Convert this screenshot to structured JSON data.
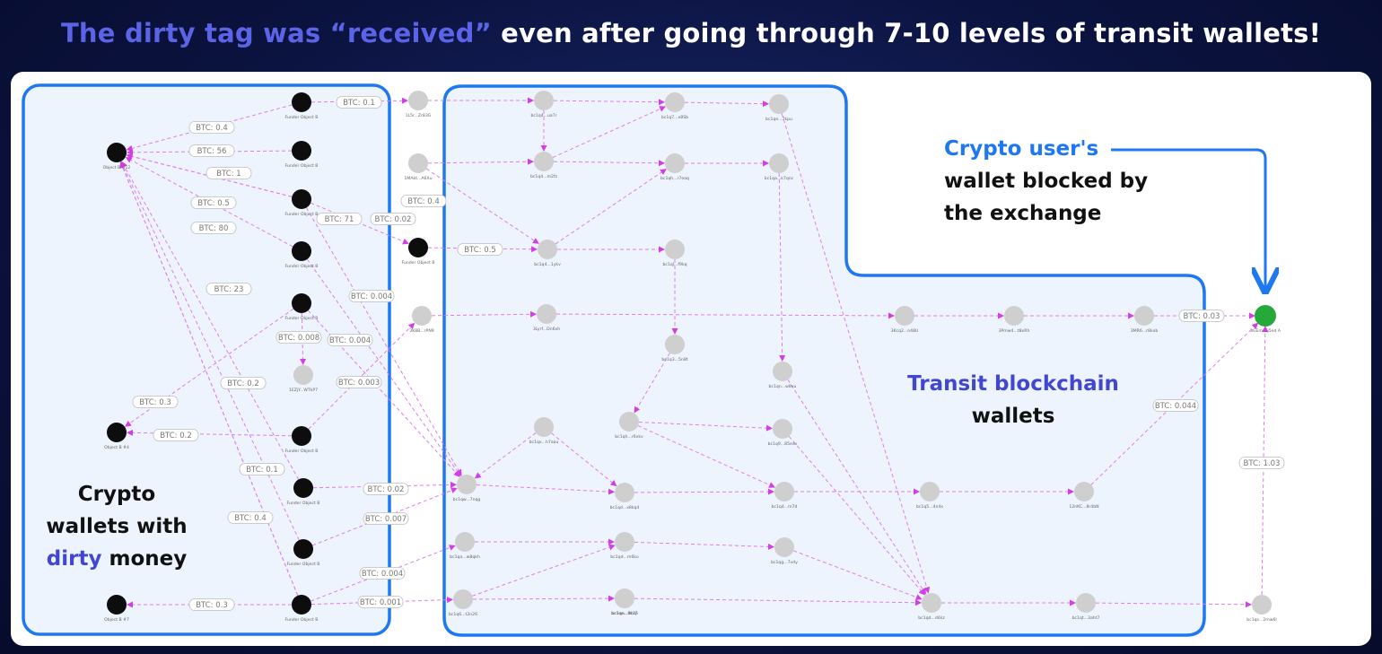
{
  "headline": {
    "part1": "The dirty tag was “received”",
    "part2": " even after going through 7-10 levels of transit wallets!"
  },
  "annotations": {
    "user_line1": "Crypto user's",
    "user_line2": "wallet blocked by",
    "user_line3": "the exchange",
    "transit_line1": "Transit blockchain",
    "transit_line2": "wallets",
    "dirty_line1": "Crypto",
    "dirty_line2": "wallets with",
    "dirty_word": "dirty",
    "dirty_money": "money"
  },
  "colors": {
    "accent": "#5b64e6",
    "group_border": "#1e78f0",
    "edge": "#e07cf0",
    "node_gray": "#cfcfcf",
    "node_black": "#0d0d0d",
    "node_green": "#27a83a"
  },
  "nodes": [
    {
      "id": "c1",
      "kind": "black",
      "label": "Object B #12"
    },
    {
      "id": "c2",
      "kind": "black",
      "label": "Funder Object B"
    },
    {
      "id": "c3",
      "kind": "black",
      "label": "Funder Object B"
    },
    {
      "id": "c4",
      "kind": "black",
      "label": "Funder Object B"
    },
    {
      "id": "c5",
      "kind": "black",
      "label": "Funder Object B"
    },
    {
      "id": "c6",
      "kind": "black",
      "label": "Funder Object B"
    },
    {
      "id": "c7",
      "kind": "gray",
      "label": "1EZjY...WTkP7"
    },
    {
      "id": "c8",
      "kind": "black",
      "label": "Object B #4"
    },
    {
      "id": "c9",
      "kind": "black",
      "label": "Funder Object B"
    },
    {
      "id": "c10",
      "kind": "black",
      "label": "Funder Object B"
    },
    {
      "id": "c11",
      "kind": "black",
      "label": "Funder Object B"
    },
    {
      "id": "c12",
      "kind": "black",
      "label": "Object B #7"
    },
    {
      "id": "c13",
      "kind": "black",
      "label": "Funder Object B"
    },
    {
      "id": "m1",
      "kind": "gray",
      "label": "1L5r...Zr83G"
    },
    {
      "id": "m2",
      "kind": "gray",
      "label": "1MAkt...A6Xu"
    },
    {
      "id": "m3",
      "kind": "black",
      "label": "Funder Object B"
    },
    {
      "id": "m4",
      "kind": "gray",
      "label": "3K8B...rPN9"
    },
    {
      "id": "t1",
      "kind": "gray",
      "label": "bc1q4...ua7r"
    },
    {
      "id": "t2",
      "kind": "gray",
      "label": "bc1q7...x8Sb"
    },
    {
      "id": "t3",
      "kind": "gray",
      "label": "bc1qe...7kpu"
    },
    {
      "id": "t4",
      "kind": "gray",
      "label": "bc1q4...m2fz"
    },
    {
      "id": "t5",
      "kind": "gray",
      "label": "bc1qh...r7eaq"
    },
    {
      "id": "t6",
      "kind": "gray",
      "label": "bc1qa...k7qnc"
    },
    {
      "id": "t7",
      "kind": "gray",
      "label": "bc1q4...1ykv"
    },
    {
      "id": "t8",
      "kind": "gray",
      "label": "bc1ql...f9kq"
    },
    {
      "id": "t9",
      "kind": "gray",
      "label": "3Lyrf...Dn6xh"
    },
    {
      "id": "t10",
      "kind": "gray",
      "label": "bc1q3...5n8t"
    },
    {
      "id": "t11",
      "kind": "gray",
      "label": "bc1qn...w8vu"
    },
    {
      "id": "t12",
      "kind": "gray",
      "label": "bc1qx...h7aau"
    },
    {
      "id": "t13",
      "kind": "gray",
      "label": "bc1qh...r6vkv"
    },
    {
      "id": "t14",
      "kind": "gray",
      "label": "bc1q9...85eav"
    },
    {
      "id": "t15",
      "kind": "gray",
      "label": "bc1qw...7nqg"
    },
    {
      "id": "t16",
      "kind": "gray",
      "label": "bc1qd...x8kq4"
    },
    {
      "id": "t17",
      "kind": "gray",
      "label": "bc1q4...m7d"
    },
    {
      "id": "t18",
      "kind": "gray",
      "label": "bc1q5...4n4x"
    },
    {
      "id": "t19",
      "kind": "gray",
      "label": "12nKC...8r4bN"
    },
    {
      "id": "t20",
      "kind": "gray",
      "label": "bc1qa...w8qkh"
    },
    {
      "id": "t21",
      "kind": "gray",
      "label": "bc1qd...m6ku"
    },
    {
      "id": "t22",
      "kind": "gray",
      "label": "bc1qg...7vdy"
    },
    {
      "id": "t23",
      "kind": "gray",
      "label": "bc1qe...9k3p"
    },
    {
      "id": "t24",
      "kind": "gray",
      "label": "bc1qn...8m7"
    },
    {
      "id": "t25",
      "kind": "gray",
      "label": "bc1q6...t2n26"
    },
    {
      "id": "t26",
      "kind": "gray",
      "label": "bc1qd...d4kz"
    },
    {
      "id": "t27",
      "kind": "gray",
      "label": "bc1qt...3aht7"
    },
    {
      "id": "t28",
      "kind": "gray",
      "label": "3Kcq2...n48U"
    },
    {
      "id": "t29",
      "kind": "gray",
      "label": "3Pmw4...t8xRh"
    },
    {
      "id": "t30",
      "kind": "gray",
      "label": "3MR6...r8kxb"
    },
    {
      "id": "u",
      "kind": "green",
      "label": "3GEm...ij5ed A"
    },
    {
      "id": "x1",
      "kind": "gray",
      "label": "bc1qs...2mw6l"
    }
  ],
  "edges": [
    {
      "from": "c2",
      "to": "m1",
      "label": "BTC: 0.1"
    },
    {
      "from": "c2",
      "to": "c1",
      "label": "BTC: 0.4"
    },
    {
      "from": "c3",
      "to": "c1",
      "label": "BTC: 56"
    },
    {
      "from": "c4",
      "to": "c1",
      "label": "BTC: 1"
    },
    {
      "from": "c4",
      "to": "c1",
      "label": "BTC: 0.5"
    },
    {
      "from": "c5",
      "to": "c1",
      "label": "BTC: 80"
    },
    {
      "from": "c10",
      "to": "c1",
      "label": "BTC: 23"
    },
    {
      "from": "c4",
      "to": "t15",
      "label": "BTC: 71"
    },
    {
      "from": "c4",
      "to": "m3",
      "label": "BTC: 0.02"
    },
    {
      "from": "m2",
      "to": "t7",
      "label": "BTC: 0.4"
    },
    {
      "from": "m3",
      "to": "t7",
      "label": "BTC: 0.5"
    },
    {
      "from": "c5",
      "to": "t15",
      "label": "BTC: 0.004"
    },
    {
      "from": "c6",
      "to": "c7",
      "label": "BTC: 0.008"
    },
    {
      "from": "c6",
      "to": "t15",
      "label": "BTC: 0.004"
    },
    {
      "from": "c9",
      "to": "m4",
      "label": "BTC: 0.003"
    },
    {
      "from": "c6",
      "to": "c8",
      "label": "BTC: 0.3"
    },
    {
      "from": "c13",
      "to": "c1",
      "label": "BTC: 0.2"
    },
    {
      "from": "c9",
      "to": "c8",
      "label": "BTC: 0.2"
    },
    {
      "from": "c11",
      "to": "c1",
      "label": "BTC: 0.1"
    },
    {
      "from": "c13",
      "to": "c1",
      "label": "BTC: 0.4"
    },
    {
      "from": "c10",
      "to": "t15",
      "label": "BTC: 0.02"
    },
    {
      "from": "c11",
      "to": "t15",
      "label": "BTC: 0.007"
    },
    {
      "from": "c13",
      "to": "t20",
      "label": "BTC: 0.004"
    },
    {
      "from": "c13",
      "to": "c12",
      "label": "BTC: 0.3"
    },
    {
      "from": "c13",
      "to": "t25",
      "label": "BTC: 0.001"
    },
    {
      "from": "t30",
      "to": "u",
      "label": "BTC: 0.03"
    },
    {
      "from": "t19",
      "to": "u",
      "label": "BTC: 0.044"
    },
    {
      "from": "x1",
      "to": "u",
      "label": "BTC: 1.03"
    },
    {
      "from": "m1",
      "to": "t1",
      "label": ""
    },
    {
      "from": "m2",
      "to": "t4",
      "label": ""
    },
    {
      "from": "t1",
      "to": "t2",
      "label": ""
    },
    {
      "from": "t2",
      "to": "t3",
      "label": ""
    },
    {
      "from": "t1",
      "to": "t4",
      "label": ""
    },
    {
      "from": "t4",
      "to": "t5",
      "label": ""
    },
    {
      "from": "t5",
      "to": "t6",
      "label": ""
    },
    {
      "from": "t7",
      "to": "t5",
      "label": ""
    },
    {
      "from": "t7",
      "to": "t8",
      "label": ""
    },
    {
      "from": "t8",
      "to": "t10",
      "label": ""
    },
    {
      "from": "m4",
      "to": "t9",
      "label": ""
    },
    {
      "from": "t9",
      "to": "t28",
      "label": ""
    },
    {
      "from": "t28",
      "to": "t29",
      "label": ""
    },
    {
      "from": "t29",
      "to": "t30",
      "label": ""
    },
    {
      "from": "t6",
      "to": "t11",
      "label": ""
    },
    {
      "from": "t10",
      "to": "t13",
      "label": ""
    },
    {
      "from": "t13",
      "to": "t14",
      "label": ""
    },
    {
      "from": "t12",
      "to": "t16",
      "label": ""
    },
    {
      "from": "t15",
      "to": "t16",
      "label": ""
    },
    {
      "from": "t16",
      "to": "t17",
      "label": ""
    },
    {
      "from": "t13",
      "to": "t17",
      "label": ""
    },
    {
      "from": "t17",
      "to": "t18",
      "label": ""
    },
    {
      "from": "t18",
      "to": "t19",
      "label": ""
    },
    {
      "from": "t20",
      "to": "t21",
      "label": ""
    },
    {
      "from": "t21",
      "to": "t22",
      "label": ""
    },
    {
      "from": "t22",
      "to": "t26",
      "label": ""
    },
    {
      "from": "t25",
      "to": "t24",
      "label": ""
    },
    {
      "from": "t24",
      "to": "t23",
      "label": ""
    },
    {
      "from": "t23",
      "to": "t26",
      "label": ""
    },
    {
      "from": "t26",
      "to": "t27",
      "label": ""
    },
    {
      "from": "t27",
      "to": "x1",
      "label": ""
    },
    {
      "from": "t3",
      "to": "t26",
      "label": ""
    },
    {
      "from": "t11",
      "to": "t26",
      "label": ""
    },
    {
      "from": "t14",
      "to": "t26",
      "label": ""
    },
    {
      "from": "t12",
      "to": "t15",
      "label": ""
    },
    {
      "from": "t25",
      "to": "t21",
      "label": ""
    },
    {
      "from": "t4",
      "to": "t2",
      "label": ""
    }
  ]
}
